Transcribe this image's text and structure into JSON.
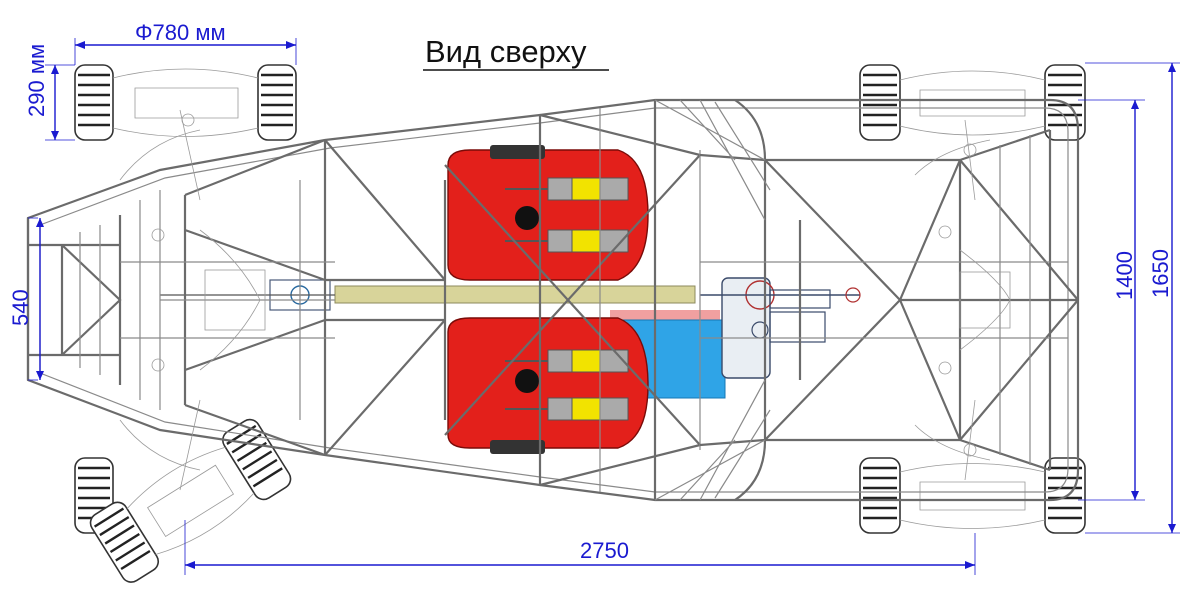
{
  "title": "Вид сверху",
  "dimensions": {
    "wheel_diameter": "Φ780 мм",
    "wheel_width": "290 мм",
    "front_track": "540",
    "wheelbase": "2750",
    "rear_inner_track": "1400",
    "overall_width": "1650"
  },
  "colors": {
    "dimension": "#1a1ad0",
    "seat": "#e3201b",
    "driveshaft": "#d8d49a",
    "battery": "#2fa4e7",
    "battery_top": "#f0a0a0",
    "frame": "#6b6b6b"
  }
}
